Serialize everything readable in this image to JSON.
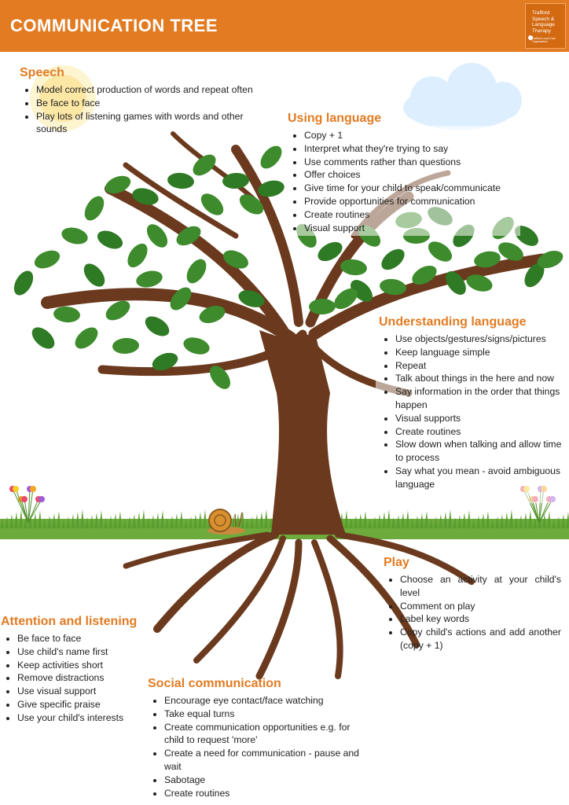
{
  "header": {
    "title": "COMMUNICATION TREE"
  },
  "logo": {
    "line1": "Trafford",
    "line2": "Speech &",
    "line3": "Language",
    "line4": "Therapy",
    "small": "Trafford Local Care Organisation"
  },
  "colors": {
    "header": "#e27b22",
    "heading": "#e27b22",
    "trunk": "#6b3a1e",
    "leaf": "#3d8b2c",
    "grass": "#6cab3c"
  },
  "icons": [
    "sun-icon",
    "cloud-icon",
    "tree-icon",
    "snail-icon",
    "flower-icon"
  ],
  "sections": {
    "speech": {
      "title": "Speech",
      "items": [
        "Model correct production of words and repeat often",
        "Be face to face",
        "Play lots of listening games with words and other sounds"
      ]
    },
    "using_language": {
      "title": "Using language",
      "items": [
        "Copy + 1",
        "Interpret what they're trying to say",
        "Use comments rather than questions",
        "Offer choices",
        "Give time for your child to speak/communicate",
        "Provide opportunities for communication",
        "Create routines",
        "Visual support"
      ]
    },
    "understanding_language": {
      "title": "Understanding language",
      "items": [
        "Use objects/gestures/signs/pictures",
        "Keep language simple",
        "Repeat",
        "Talk about things in the here and now",
        "Say information in the order that things happen",
        "Visual supports",
        "Create routines",
        "Slow down when talking and allow time to process",
        "Say what you mean - avoid ambiguous language"
      ]
    },
    "play": {
      "title": "Play",
      "items": [
        "Choose an activity at your child's level",
        "Comment on play",
        "Label key words",
        "Copy child's actions and add another (copy + 1)"
      ]
    },
    "attention": {
      "title": "Attention and listening",
      "items": [
        "Be face to face",
        "Use child's name first",
        "Keep activities short",
        "Remove distractions",
        "Use visual support",
        "Give specific praise",
        "Use your child's interests"
      ]
    },
    "social": {
      "title": "Social communication",
      "items": [
        "Encourage eye contact/face watching",
        "Take equal turns",
        "Create communication opportunities e.g. for child to request 'more'",
        "Create a need for communication - pause and wait",
        "Sabotage",
        "Create routines"
      ]
    }
  }
}
